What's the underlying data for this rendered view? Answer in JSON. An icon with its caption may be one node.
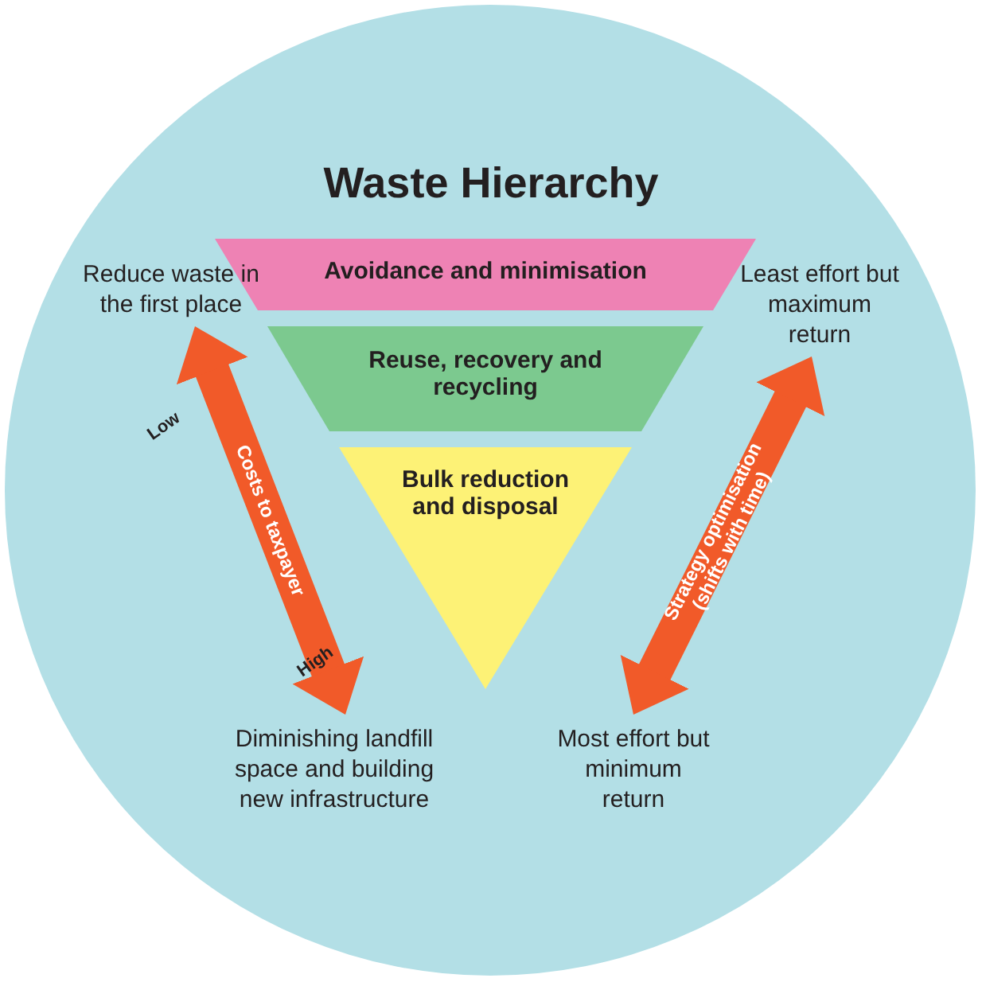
{
  "diagram": {
    "title": "Waste Hierarchy",
    "nodes": [
      {
        "text": [
          "Avoidance and minimisation"
        ]
      },
      {
        "text": [
          "Reuse, recovery and recycling"
        ]
      },
      {
        "text": [
          "Bulk reduction and disposal"
        ]
      },
      {
        "text": [
          "Reduce waste in the first place"
        ]
      },
      {
        "text": [
          "Least effort but maximum return"
        ]
      },
      {
        "text": [
          "Diminishing landfill space and building new infrastructure"
        ]
      },
      {
        "text": [
          "Most effort but minimum return"
        ]
      }
    ],
    "edges": [
      {
        "from": 3,
        "to": 5,
        "arrow": "both",
        "label": "Costs to taxpayer"
      },
      {
        "from": 4,
        "to": 6,
        "arrow": "both",
        "label": "Strategy optimisation (shifts with time)"
      }
    ],
    "labels": [
      "Low",
      "High"
    ]
  }
}
